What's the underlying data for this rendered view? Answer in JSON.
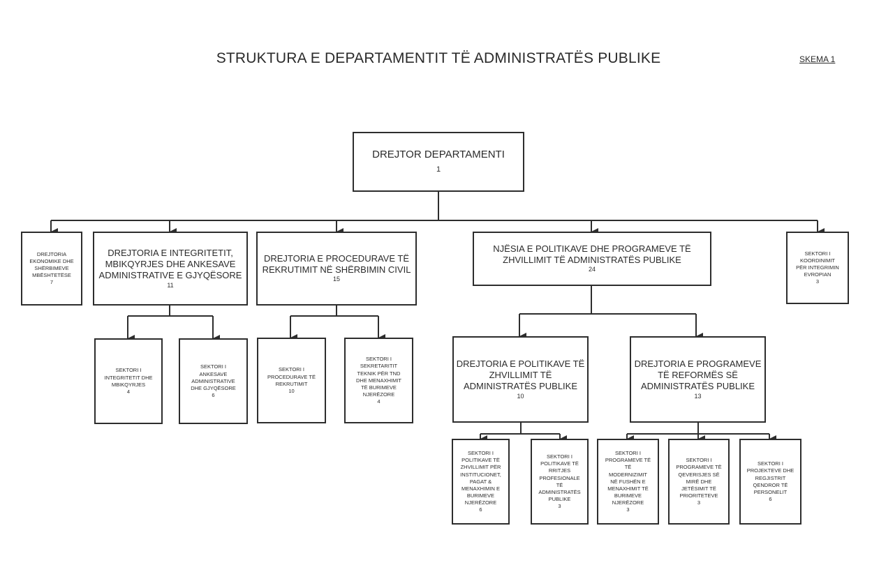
{
  "header": {
    "title": "STRUKTURA E DEPARTAMENTIT TË ADMINISTRATËS PUBLIKE",
    "scheme_label": "SKEMA 1"
  },
  "org": {
    "director": {
      "name": "DREJTOR DEPARTAMENTI",
      "count": "1"
    },
    "level1": [
      {
        "name": "DREJTORIA\nEKONOMIKE DHE\nSHËRBIMEVE\nMBËSHTETËSE",
        "count": "7"
      },
      {
        "name": "DREJTORIA E INTEGRITETIT,\nMBIKQYRJES DHE ANKESAVE\nADMINISTRATIVE E GJYQËSORE",
        "count": "11"
      },
      {
        "name": "DREJTORIA E PROCEDURAVE TË\nREKRUTIMIT NË SHËRBIMIN CIVIL",
        "count": "15"
      },
      {
        "name": "NJËSIA E POLITIKAVE DHE PROGRAMEVE TË\nZHVILLIMIT TË ADMINISTRATËS PUBLIKE",
        "count": "24"
      },
      {
        "name": "SEKTORI I\nKOORDINIMIT\nPËR INTEGRIMIN\nEVROPIAN",
        "count": "3"
      }
    ],
    "integrity_sectors": [
      {
        "name": "SEKTORI I\nINTEGRITETIT DHE\nMBIKQYRJES",
        "count": "4"
      },
      {
        "name": "SEKTORI I\nANKESAVE\nADMINISTRATIVE\nDHE GJYQËSORE",
        "count": "6"
      }
    ],
    "recruitment_sectors": [
      {
        "name": "SEKTORI I\nPROCEDURAVE TË\nREKRUTIMIT",
        "count": "10"
      },
      {
        "name": "SEKTORI I\nSEKRETARITIT\nTEKNIK PËR TND\nDHE MENAXHIMIT\nTË BURIMEVE\nNJERËZORE",
        "count": "4"
      }
    ],
    "unit_directorates": [
      {
        "name": "DREJTORIA E POLITIKAVE TË\nZHVILLIMIT TË\nADMINISTRATËS PUBLIKE",
        "count": "10"
      },
      {
        "name": "DREJTORIA E PROGRAMEVE\nTË REFORMËS SË\nADMINISTRATËS PUBLIKE",
        "count": "13"
      }
    ],
    "policy_sectors": [
      {
        "name": "SEKTORI I\nPOLITIKAVE TË\nZHVILLIMIT PËR\nINSTITUCIONET,\nPAGAT &\nMENAXHIMIN E\nBURIMEVE\nNJERËZORE",
        "count": "6"
      },
      {
        "name": "SEKTORI I\nPOLITIKAVE TË\nRRITJES\nPROFESIONALE\nTË\nADMINISTRATËS\nPUBLIKE",
        "count": "3"
      }
    ],
    "program_sectors": [
      {
        "name": "SEKTORI I\nPROGRAMEVE TË\nTË\nMODERNIZIMIT\nNË FUSHËN E\nMENAXHIMIT TË\nBURIMEVE\nNJERËZORE",
        "count": "3"
      },
      {
        "name": "SEKTORI I\nPROGRAMEVE TË\nQEVERISJES SË\nMIRË DHE\nJETËSIMIT TË\nPRIORITETEVE",
        "count": "3"
      },
      {
        "name": "SEKTORI I\nPROJEKTEVE DHE\nREGJISTRIT\nQENDROR TË\nPERSONELIT",
        "count": "6"
      }
    ]
  }
}
